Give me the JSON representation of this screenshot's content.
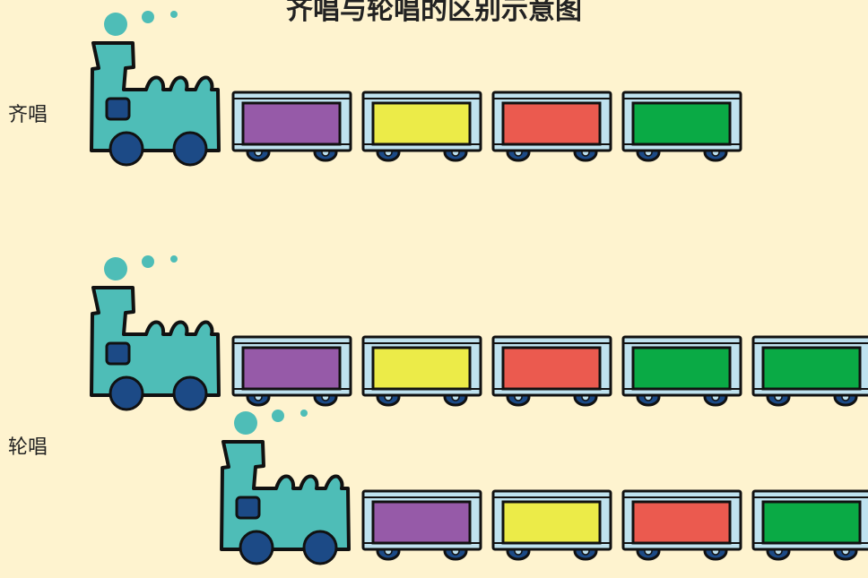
{
  "title": "齐唱与轮唱的区别示意图",
  "rows": [
    {
      "label": "齐唱",
      "trains": [
        {
          "cars": [
            "#965aa8",
            "#eceb48",
            "#eb5a4f",
            "#0aaa45"
          ]
        }
      ]
    },
    {
      "label": "轮唱",
      "trains": [
        {
          "cars": [
            "#965aa8",
            "#eceb48",
            "#eb5a4f",
            "#0aaa45",
            "#0aaa45"
          ]
        },
        {
          "cars": [
            "#965aa8",
            "#eceb48",
            "#eb5a4f",
            "#0aaa45"
          ]
        }
      ]
    }
  ],
  "colors": {
    "background": "#fef3cf",
    "engine": "#4ebdb7",
    "wheel": "#1c4a86",
    "car_frame": "#bfe2ef",
    "outline": "#111111"
  },
  "icons": [
    "train-engine-icon",
    "train-car-icon",
    "steam-puff-icon"
  ]
}
